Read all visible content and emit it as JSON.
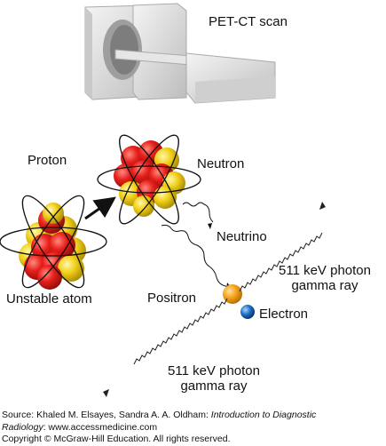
{
  "labels": {
    "pet_ct": "PET-CT scan",
    "proton": "Proton",
    "neutron": "Neutron",
    "neutrino": "Neutrino",
    "unstable_atom": "Unstable atom",
    "positron": "Positron",
    "electron": "Electron",
    "photon_top_line1": "511 keV photon",
    "photon_top_line2": "gamma ray",
    "photon_bottom_line1": "511 keV photon",
    "photon_bottom_line2": "gamma ray"
  },
  "source": {
    "prefix": "Source: Khaled M. Elsayes, Sandra A. A. Oldham: ",
    "book_title_part1": "Introduction to Diagnostic",
    "book_title_part2": "Radiology",
    "url_text": ": www.accessmedicine.com",
    "copyright": "Copyright © McGraw-Hill Education. All rights reserved."
  },
  "colors": {
    "proton_red": "#e8201c",
    "neutron_yellow": "#f2d21a",
    "positron_orange": "#f5a21a",
    "electron_blue": "#1f6fc4",
    "scanner_gray": "#d8d8d8"
  }
}
